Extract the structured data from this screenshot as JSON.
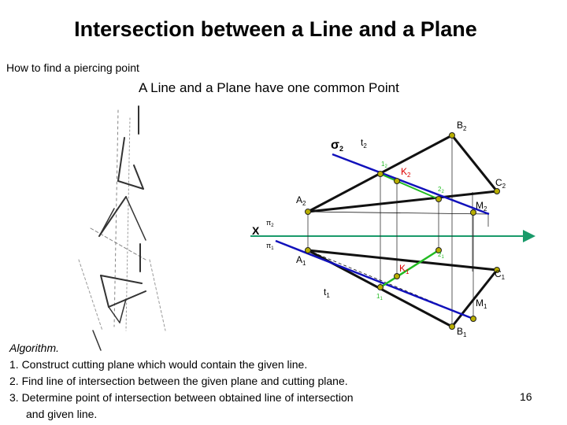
{
  "title": "Intersection between a Line and a Plane",
  "subtitle": "How to find a piercing point",
  "heading": "A Line and a Plane have one common Point",
  "labels": {
    "sigma": "σ",
    "sigma_sub": "2",
    "t2": "t",
    "t2_sub": "2",
    "one2": "1",
    "one2_sub": "2",
    "K2": "K",
    "K2_sub": "2",
    "two2": "2",
    "two2_sub": "2",
    "B2": "B",
    "B2_sub": "2",
    "C2": "C",
    "C2_sub": "2",
    "A2": "A",
    "A2_sub": "2",
    "M2": "M",
    "M2_sub": "2",
    "X": "X",
    "pi2": "π",
    "pi2_sub": "2",
    "pi1": "π",
    "pi1_sub": "1",
    "A1": "A",
    "A1_sub": "1",
    "two1": "2",
    "two1_sub": "1",
    "K1": "K",
    "K1_sub": "1",
    "C1": "C",
    "C1_sub": "1",
    "t1": "t",
    "t1_sub": "1",
    "one1": "1",
    "one1_sub": "1",
    "M1": "M",
    "M1_sub": "1",
    "B1": "B",
    "B1_sub": "1"
  },
  "algorithm": {
    "heading": "Algorithm.",
    "steps": [
      "1. Construct cutting plane which would contain the given line.",
      "2. Find line of intersection between the given plane and cutting plane.",
      "3. Determine point of intersection between obtained line of intersection",
      "and given line."
    ]
  },
  "page_number": "16",
  "colors": {
    "line_t": "#2222cc",
    "intersection_12": "#22bb22",
    "axis_x": "#1a9a6a",
    "point_fill": "#a8a000",
    "plane": "#111111"
  }
}
